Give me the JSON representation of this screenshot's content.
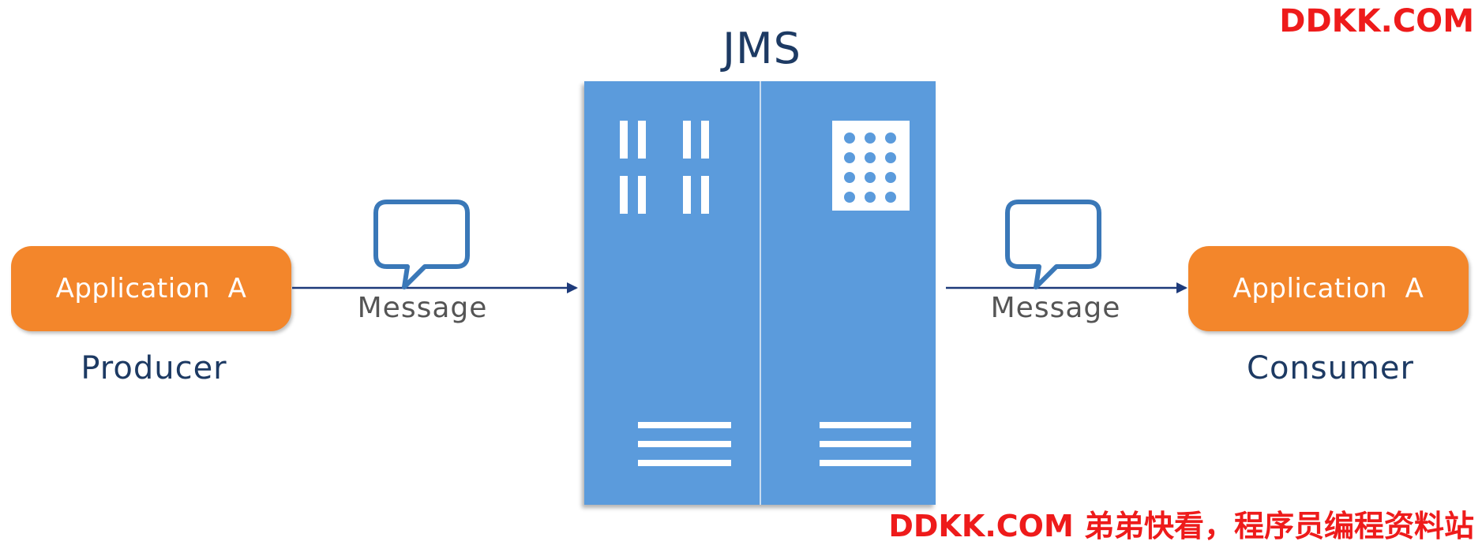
{
  "title": "JMS",
  "producer": {
    "box_label": "Application  A",
    "role_label": "Producer"
  },
  "consumer": {
    "box_label": "Application  A",
    "role_label": "Consumer"
  },
  "messages": {
    "left_label": "Message",
    "right_label": "Message"
  },
  "watermarks": {
    "top_right": "DDKK.COM",
    "bottom_right": "DDKK.COM 弟弟快看，程序员编程资料站"
  },
  "colors": {
    "app_box": "#f3862b",
    "server": "#5b9bdc",
    "arrow": "#1d3a7a",
    "bubble": "#3a78b8",
    "watermark": "#ee1b1b"
  },
  "icons": {
    "message": "speech-bubble-icon",
    "server": "server-rack-icon",
    "vertical_bars": "vertical-bars-icon",
    "dot_grid": "dot-grid-icon",
    "horizontal_lines": "horizontal-lines-icon"
  }
}
